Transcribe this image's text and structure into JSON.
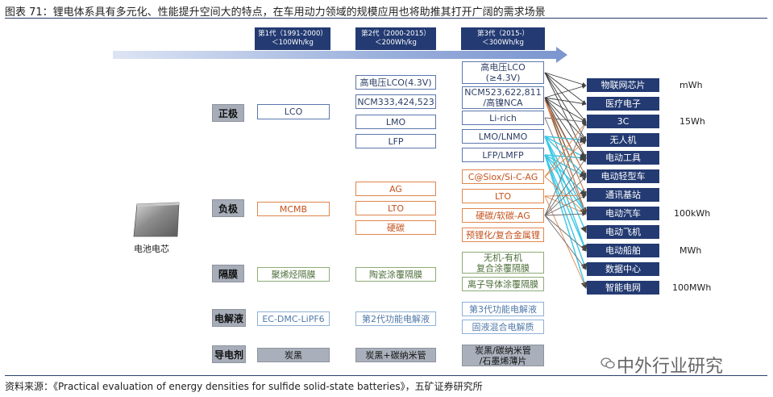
{
  "title": "图表 71：锂电体系具有多元化、性能提升空间大的特点，在车用动力领域的规模应用也将助推其打开广阔的需求场景",
  "source": "资料来源：《Practical evaluation of energy densities for sulfide solid-state batteries》，五矿证券研究所",
  "watermark": "中外行业研究",
  "battery_label": "电池电芯",
  "generations": [
    {
      "line1": "第1代（1991-2000）",
      "line2": "＜100Wh/kg"
    },
    {
      "line1": "第2代（2000-2015）",
      "line2": "＜200Wh/kg"
    },
    {
      "line1": "第3代（2015-）",
      "line2": "＜300Wh/kg"
    }
  ],
  "categories": [
    "正极",
    "负极",
    "隔膜",
    "电解液",
    "导电剂"
  ],
  "gen1": [
    "LCO",
    "MCMB",
    "聚烯烃隔膜",
    "EC-DMC-LiPF6",
    "炭黑"
  ],
  "gen2": {
    "cathode": [
      "高电压LCO(4.3V)",
      "NCM333,424,523",
      "LMO",
      "LFP"
    ],
    "anode": [
      "AG",
      "LTO",
      "硬碳"
    ],
    "separator": "陶瓷涂覆隔膜",
    "electrolyte": "第2代功能电解液",
    "conductive": "炭黑+碳纳米管"
  },
  "gen3": {
    "cathode": [
      {
        "l1": "高电压LCO",
        "l2": "(≥4.3V)"
      },
      {
        "l1": "NCM523,622,811",
        "l2": "/高镍NCA"
      },
      {
        "l1": "Li-rich",
        "l2": ""
      },
      {
        "l1": "LMO/LNMO",
        "l2": ""
      },
      {
        "l1": "LFP/LMFP",
        "l2": ""
      }
    ],
    "anode": [
      "C@Siox/Si-C-AG",
      "LTO",
      "硬碳/软碳-AG",
      "预锂化/复合金属锂"
    ],
    "separator": [
      {
        "l1": "无机-有机",
        "l2": "复合涂覆隔膜"
      },
      {
        "l1": "离子导体涂覆隔膜",
        "l2": ""
      }
    ],
    "electrolyte": [
      "第3代功能电解液",
      "固液混合电解质"
    ],
    "conductive": {
      "l1": "炭黑/碳纳米管",
      "l2": "/石墨烯薄片"
    }
  },
  "applications": [
    "物联网芯片",
    "医疗电子",
    "3C",
    "无人机",
    "电动工具",
    "电动轻型车",
    "通讯基站",
    "电动汽车",
    "电动飞机",
    "电动船舶",
    "数据中心",
    "智能电网"
  ],
  "scale_notes": [
    {
      "text": "mWh",
      "row": 0
    },
    {
      "text": "15Wh",
      "row": 2
    },
    {
      "text": "100kWh",
      "row": 7
    },
    {
      "text": "MWh",
      "row": 9
    },
    {
      "text": "100MWh",
      "row": 11
    }
  ],
  "colors": {
    "navy": "#233a72",
    "orange": "#e0864d",
    "green": "#8dab76",
    "cyan": "#3cc7e6",
    "gray_link": "#6e6e6e"
  }
}
